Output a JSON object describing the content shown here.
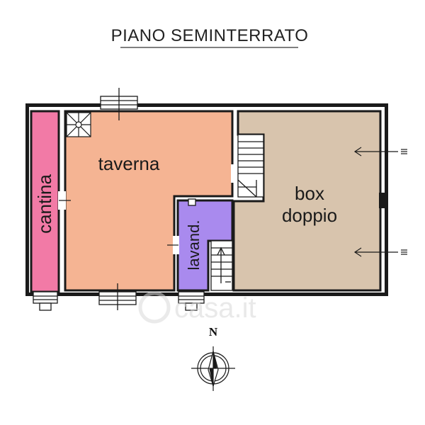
{
  "plan": {
    "title": "PIANO SEMINTERRATO",
    "north_label": "N",
    "watermark": "casa.it",
    "rooms": {
      "cantina": {
        "label": "cantina",
        "color": "#f27aa6"
      },
      "taverna": {
        "label": "taverna",
        "color": "#f5b493"
      },
      "lavanderia": {
        "label": "lavand.",
        "color": "#a98aee"
      },
      "box": {
        "label_line1": "box",
        "label_line2": "doppio",
        "color": "#d8c4ad"
      }
    },
    "wall_color": "#1a1a1a"
  }
}
